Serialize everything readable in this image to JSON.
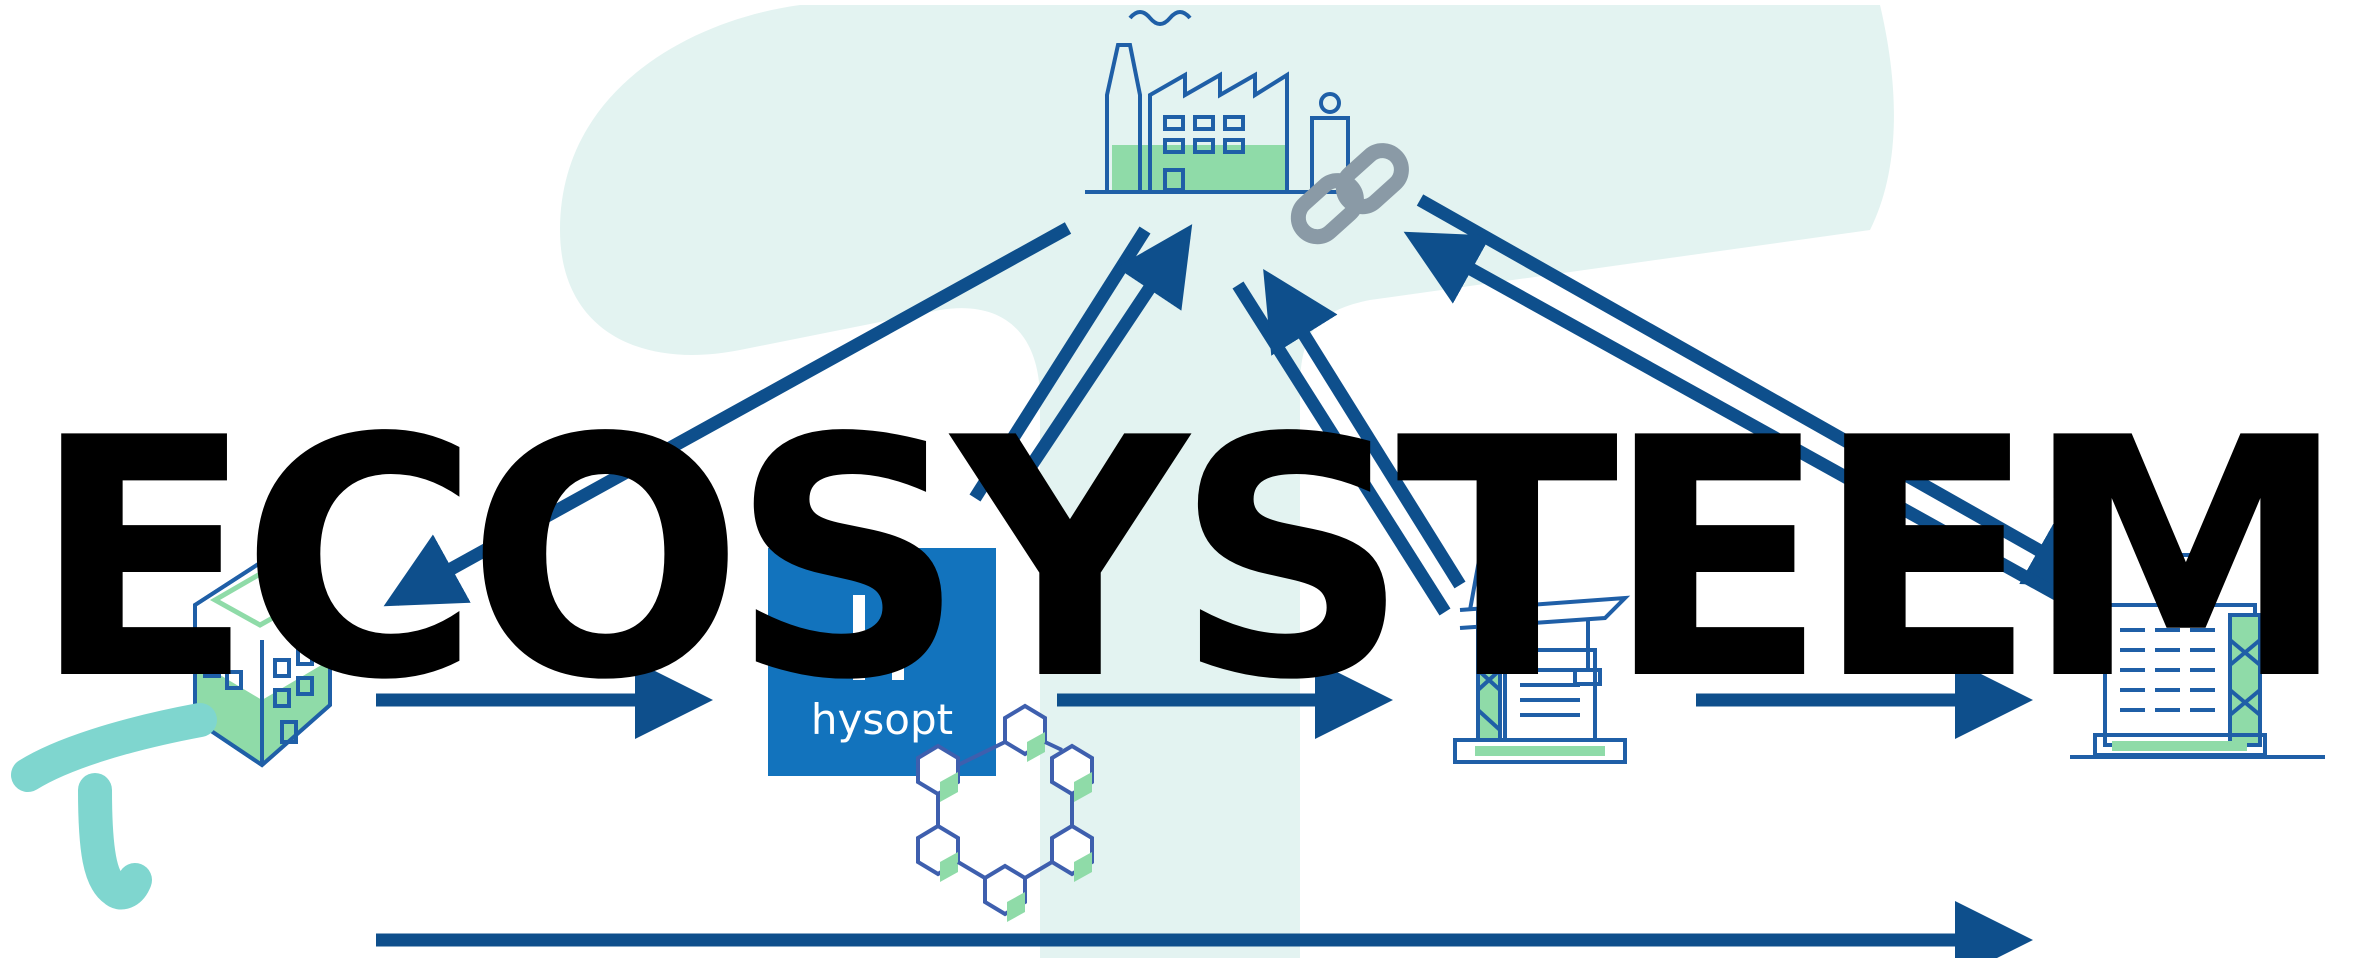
{
  "title": "ECOSYSTEEM",
  "hysopt_label": "hysopt",
  "colors": {
    "arrow": "#0e4f8c",
    "watermark": "#e3f3f1",
    "logo_teal": "#7fd6cf",
    "hysopt_blue": "#1273bd",
    "icon_outline": "#1f5fa7",
    "icon_fill": "#8fdba8",
    "chain_gray": "#8a9aa6"
  },
  "icons": [
    "factory-icon",
    "chain-link-icon",
    "building-icon",
    "hysopt-logo",
    "blockchain-network-icon",
    "construction-site-icon",
    "skyscraper-icon",
    "t-logo"
  ]
}
